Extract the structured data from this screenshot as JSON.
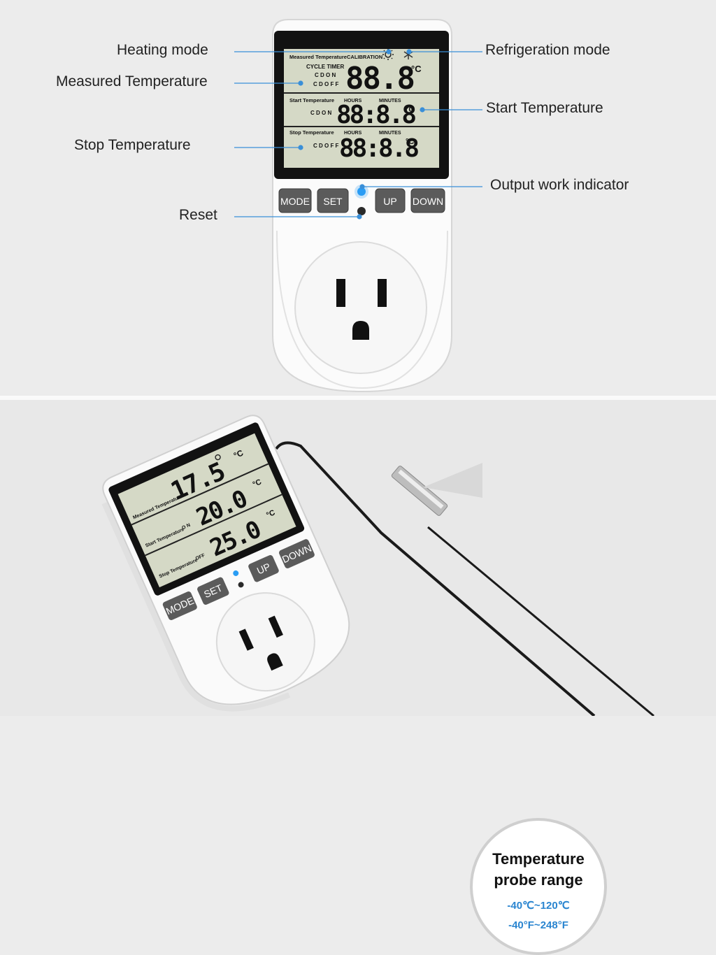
{
  "callouts": {
    "heating_mode": "Heating mode",
    "measured_temperature": "Measured Temperature",
    "stop_temperature": "Stop Temperature",
    "reset": "Reset",
    "refrigeration_mode": "Refrigeration mode",
    "start_temperature": "Start Temperature",
    "output_indicator": "Output work indicator"
  },
  "lcd_top": {
    "measured_label": "Measured Temperature",
    "calibration_label": "CALIBRATION",
    "cycle_timer_label": "CYCLE TIMER",
    "cd_on_label": "C D O N",
    "cd_off_label": "C D O F F",
    "measured_value": "88.8",
    "unit": "°C",
    "start_label": "Start Temperature",
    "hours_label": "HOURS",
    "minutes_label": "MINUTES",
    "start_cd_label": "C D O N",
    "start_value": "88:8.8",
    "stop_label": "Stop Temperature",
    "stop_cd_label": "C D O F F",
    "stop_value": "88:8.8"
  },
  "buttons": {
    "mode": "MODE",
    "set": "SET",
    "up": "UP",
    "down": "DOWN"
  },
  "lcd_bottom": {
    "measured_label": "Measured Temperature",
    "measured_value": "17.5",
    "start_label": "Start Temperature",
    "on_label": "O N",
    "start_value": "20.0",
    "stop_label": "Stop Temperature",
    "off_label": "OFF",
    "stop_value": "25.0",
    "unit": "°C"
  },
  "probe": {
    "title_line1": "Temperature",
    "title_line2": "probe range",
    "range_celsius": "-40℃~120℃",
    "range_fahrenheit": "-40°F~248°F"
  },
  "colors": {
    "indicator_blue": "#2a9df4",
    "callout_line": "#3a8fd8",
    "button_gray": "#5b5b5b",
    "lcd_background": "#d5d9c6"
  }
}
